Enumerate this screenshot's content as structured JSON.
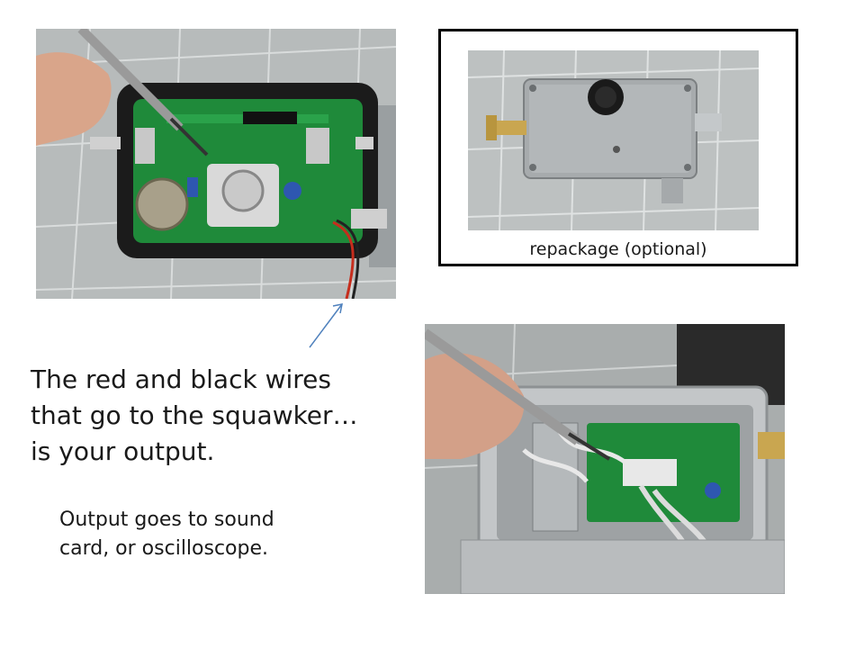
{
  "photos": [
    {
      "name": "circuit-board-photo",
      "icon": "circuit-board-in-open-case"
    },
    {
      "name": "aluminum-box-photo",
      "icon": "aluminum-enclosure-with-knob"
    },
    {
      "name": "wired-enclosure-photo",
      "icon": "enclosure-with-wired-board"
    }
  ],
  "repackage": {
    "caption": "repackage (optional)"
  },
  "main_text": {
    "line1": "The red and black wires",
    "line2": "that go to the squawker…",
    "line3": "is your output."
  },
  "sub_text": {
    "line1": "Output goes to sound",
    "line2": "card, or oscilloscope."
  },
  "colors": {
    "arrow": "#4f81bd",
    "frame": "#000000",
    "pcb_green": "#1f8a3a",
    "mat_gray": "#b9bdbd"
  }
}
